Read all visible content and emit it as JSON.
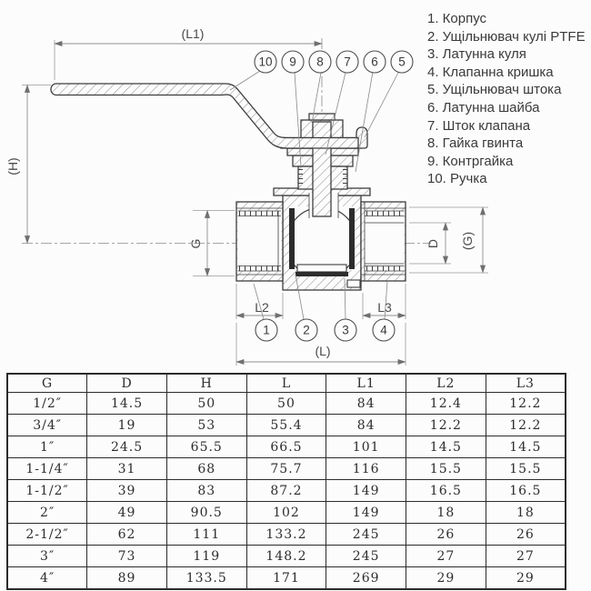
{
  "parts_list": {
    "items": [
      {
        "num": "1",
        "label": "Корпус"
      },
      {
        "num": "2",
        "label": "Ущільнювач кулі PTFE"
      },
      {
        "num": "3",
        "label": "Латунна куля"
      },
      {
        "num": "4",
        "label": "Клапанна кришка"
      },
      {
        "num": "5",
        "label": "Ущільнювач штока"
      },
      {
        "num": "6",
        "label": "Латунна шайба"
      },
      {
        "num": "7",
        "label": "Шток клапана"
      },
      {
        "num": "8",
        "label": "Гайка гвинта"
      },
      {
        "num": "9",
        "label": "Контргайка"
      },
      {
        "num": "10",
        "label": "Ручка"
      }
    ]
  },
  "callouts": {
    "top": [
      "10",
      "9",
      "8",
      "7",
      "6",
      "5"
    ],
    "bottom": [
      "1",
      "2",
      "3",
      "4"
    ]
  },
  "dimensions": {
    "l1": "(L1)",
    "h": "(H)",
    "g_left": "G",
    "d": "D",
    "g_right": "(G)",
    "l2": "L2",
    "l3": "L3",
    "l": "(L)"
  },
  "table": {
    "headers": [
      "G",
      "D",
      "H",
      "L",
      "L1",
      "L2",
      "L3"
    ],
    "rows": [
      [
        "1/2″",
        "14.5",
        "50",
        "50",
        "84",
        "12.4",
        "12.2"
      ],
      [
        "3/4″",
        "19",
        "53",
        "55.4",
        "84",
        "12.2",
        "12.2"
      ],
      [
        "1″",
        "24.5",
        "65.5",
        "66.5",
        "101",
        "14.5",
        "14.5"
      ],
      [
        "1-1/4″",
        "31",
        "68",
        "75.7",
        "116",
        "15.5",
        "15.5"
      ],
      [
        "1-1/2″",
        "39",
        "83",
        "87.2",
        "149",
        "16.5",
        "16.5"
      ],
      [
        "2″",
        "49",
        "90.5",
        "102",
        "149",
        "18",
        "18"
      ],
      [
        "2-1/2″",
        "62",
        "111",
        "133.2",
        "245",
        "26",
        "26"
      ],
      [
        "3″",
        "73",
        "119",
        "148.2",
        "245",
        "27",
        "27"
      ],
      [
        "4″",
        "89",
        "133.5",
        "171",
        "269",
        "29",
        "29"
      ]
    ]
  },
  "colors": {
    "background": "#fcfcfc",
    "part_line": "#3d3d3d",
    "dimension_line": "#8f8f8f",
    "text": "#3a3a3a",
    "table_border": "#2b2b2b",
    "section_fill_dark": "#2c2c2c"
  }
}
